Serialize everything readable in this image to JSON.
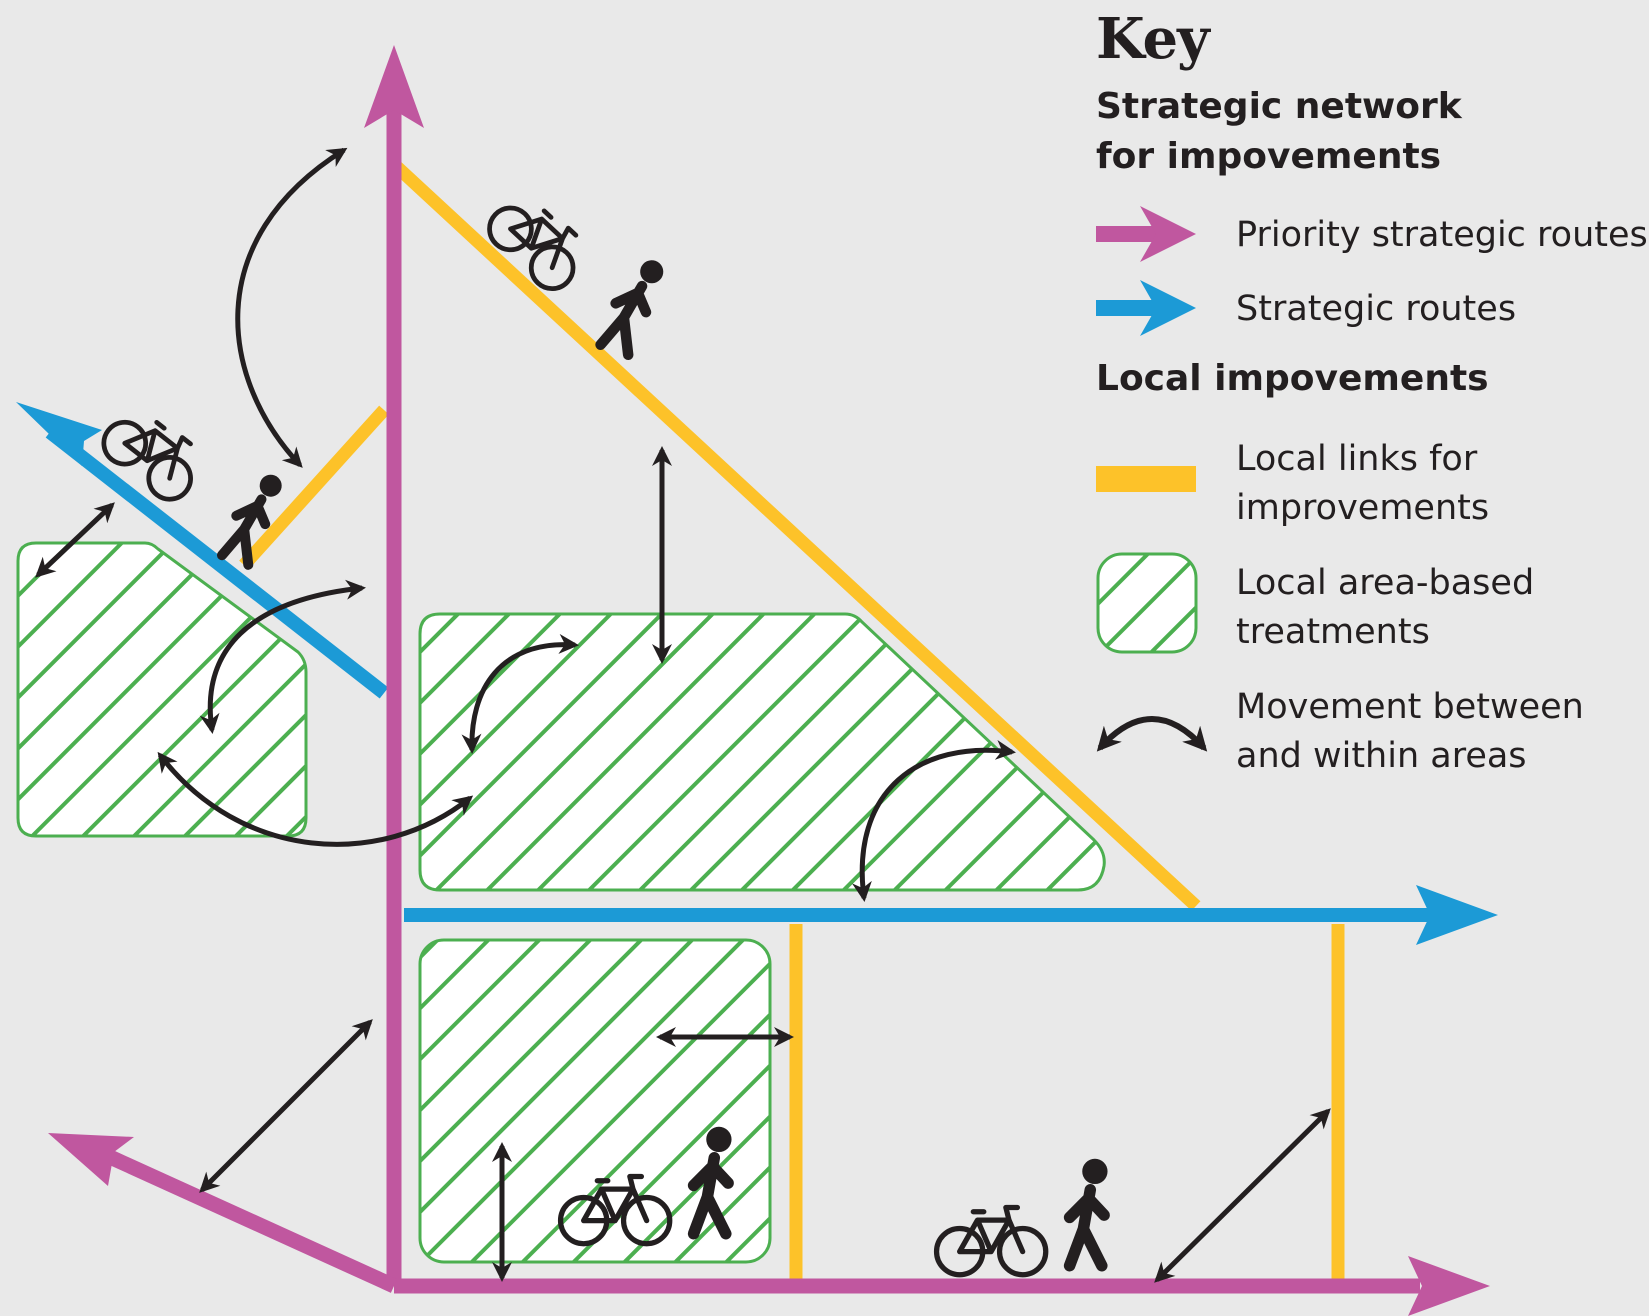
{
  "key": {
    "title": "Key",
    "strategic_section": {
      "title_line1": "Strategic network",
      "title_line2": "for impovements"
    },
    "local_section": {
      "title": "Local impovements"
    },
    "items": {
      "priority_routes": {
        "label": "Priority strategic routes",
        "color": "#c0579f"
      },
      "strategic_routes": {
        "label": "Strategic routes",
        "color": "#1c9ad6"
      },
      "local_links": {
        "label_line1": "Local links for",
        "label_line2": "improvements",
        "color": "#fdc229"
      },
      "area_treatments": {
        "label_line1": "Local area-based",
        "label_line2": "treatments",
        "color": "#4caf50"
      },
      "movement": {
        "label_line1": "Movement between",
        "label_line2": "and within areas",
        "color": "#231f20"
      }
    }
  }
}
